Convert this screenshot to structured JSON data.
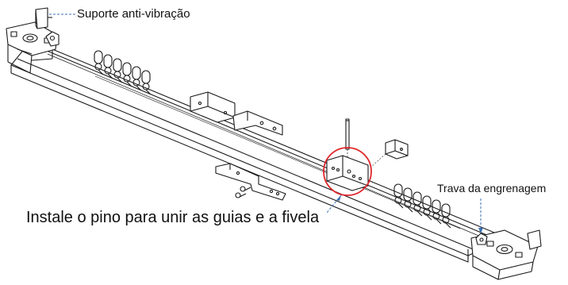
{
  "labels": {
    "anti_vibration_bracket": "Suporte anti-vibração",
    "gear_lock": "Trava da engrenagem",
    "instruction": "Instale o pino para unir as guias e a fivela"
  },
  "colors": {
    "line": "#1a1a1a",
    "highlight_circle": "#e0262b",
    "callout_dash": "#3a6fb0",
    "background": "#ffffff"
  },
  "icons": [
    "curtain-rail",
    "runner-hook",
    "connecting-pin",
    "buckle-plate",
    "screw",
    "end-cap",
    "mounting-bracket"
  ]
}
